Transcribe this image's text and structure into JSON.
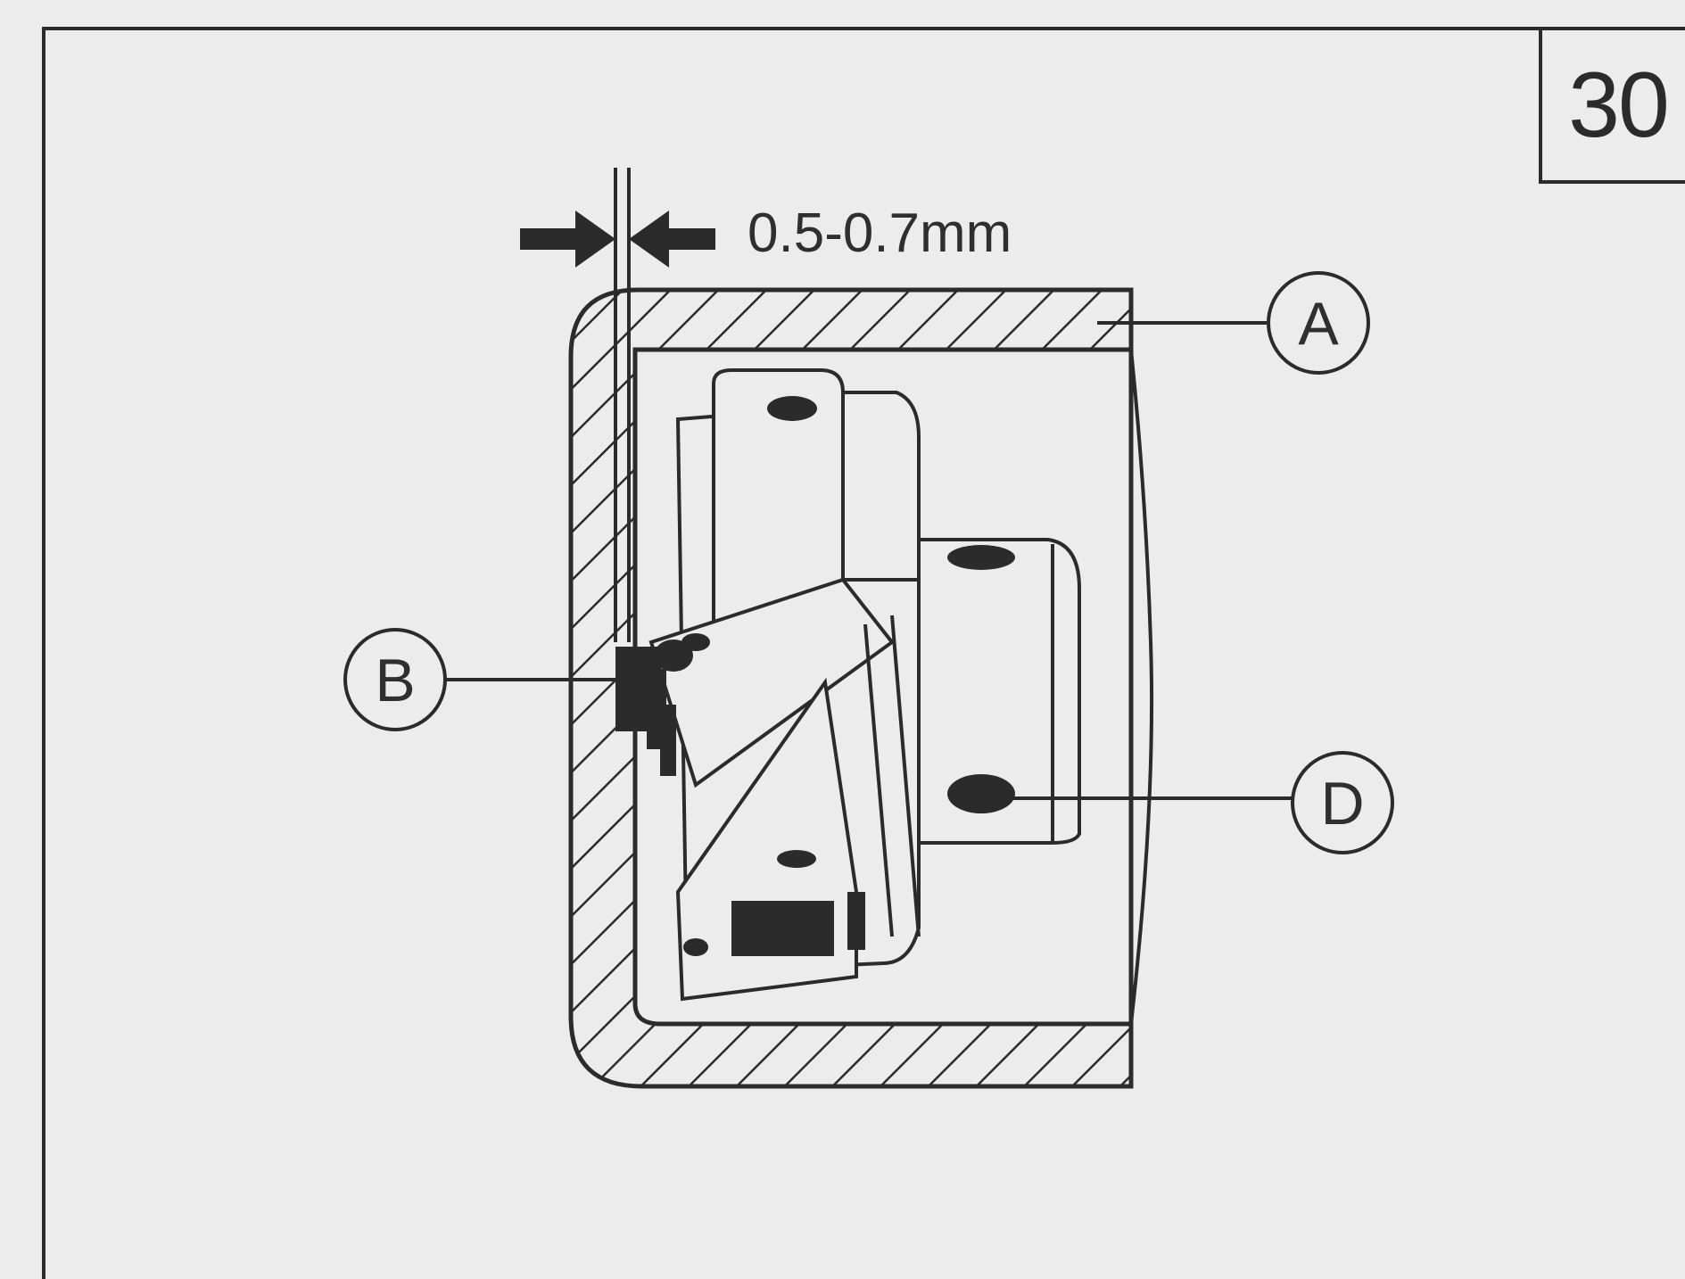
{
  "page_number": "30",
  "dimension_label": "0.5-0.7mm",
  "callouts": {
    "a": "A",
    "b": "B",
    "d": "D"
  },
  "colors": {
    "ink": "#2b2b2b",
    "paper": "#ececec"
  }
}
